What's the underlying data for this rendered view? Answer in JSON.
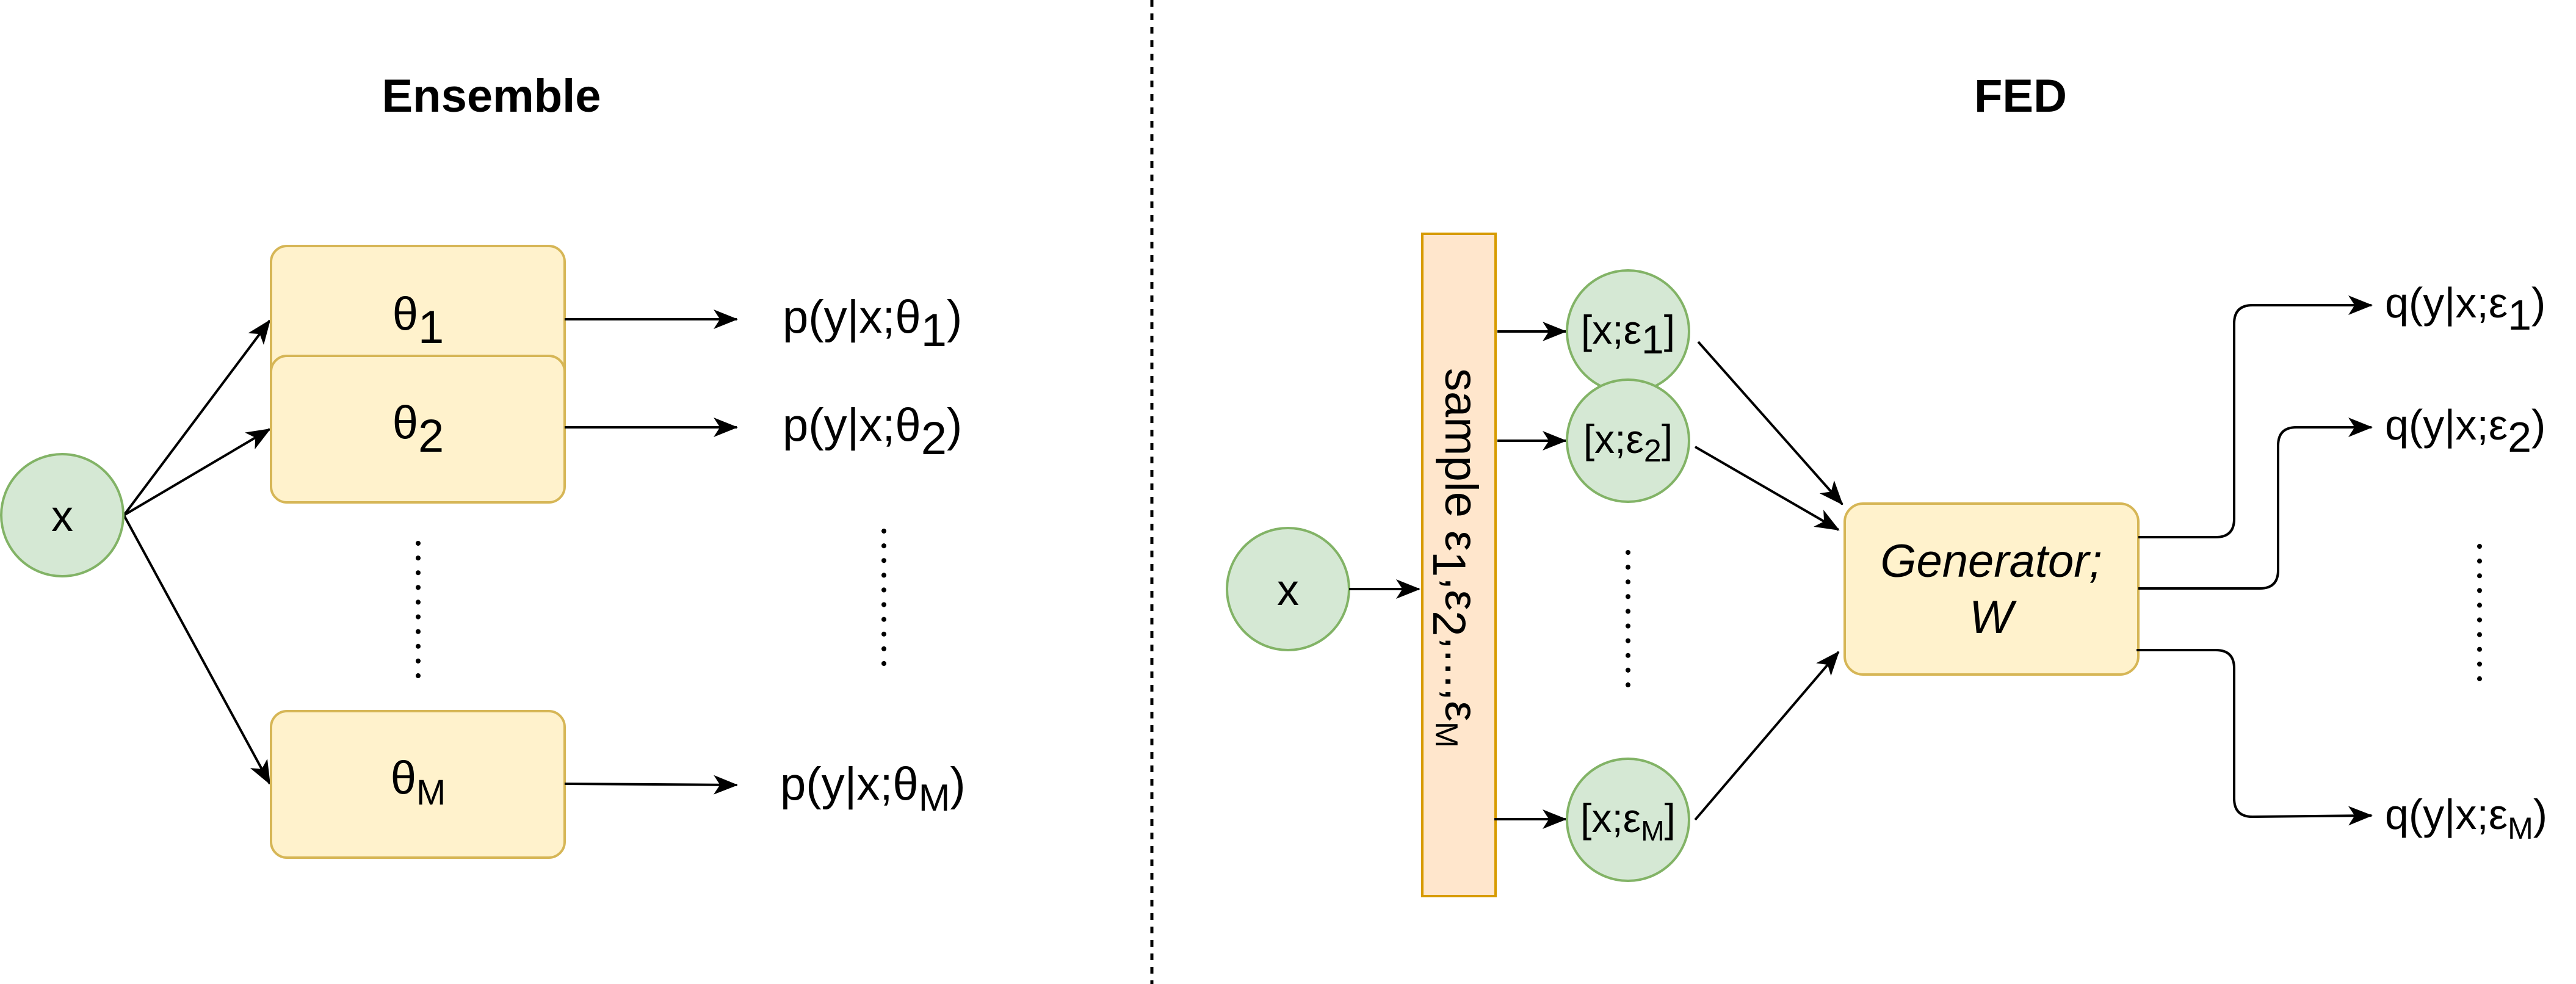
{
  "colors": {
    "node_fill": "#d5e8d4",
    "node_stroke": "#82b366",
    "box_fill": "#fff2cc",
    "box_stroke": "#d6b656",
    "sample_fill": "#ffe6cc",
    "sample_stroke": "#d79b00",
    "line": "#000000",
    "background": "#ffffff"
  },
  "ensemble": {
    "title": "Ensemble",
    "input": "x",
    "models": [
      {
        "base": "θ",
        "sub": "1"
      },
      {
        "base": "θ",
        "sub": "2"
      },
      {
        "base": "θ",
        "sub": "M"
      }
    ],
    "outputs": [
      {
        "base": "p(y|x;θ",
        "sub": "1",
        "end": ")"
      },
      {
        "base": "p(y|x;θ",
        "sub": "2",
        "end": ")"
      },
      {
        "base": "p(y|x;θ",
        "sub": "M",
        "end": ")"
      }
    ]
  },
  "fed": {
    "title": "FED",
    "input": "x",
    "sampler": {
      "label": "sample ",
      "parts": [
        {
          "base": "ε",
          "sub": "1"
        },
        {
          "base": ",ε",
          "sub": "2"
        },
        {
          "base": ",...,ε",
          "sub": "M"
        }
      ]
    },
    "samples": [
      {
        "base": "[x;ε",
        "sub": "1",
        "end": "]"
      },
      {
        "base": "[x;ε",
        "sub": "2",
        "end": "]"
      },
      {
        "base": "[x;ε",
        "sub": "M",
        "end": "]"
      }
    ],
    "generator": {
      "line1": "Generator;",
      "line2": "W"
    },
    "outputs": [
      {
        "base": "q(y|x;ε",
        "sub": "1",
        "end": ")"
      },
      {
        "base": "q(y|x;ε",
        "sub": "2",
        "end": ")"
      },
      {
        "base": "q(y|x;ε",
        "sub": "M",
        "end": ")"
      }
    ]
  }
}
